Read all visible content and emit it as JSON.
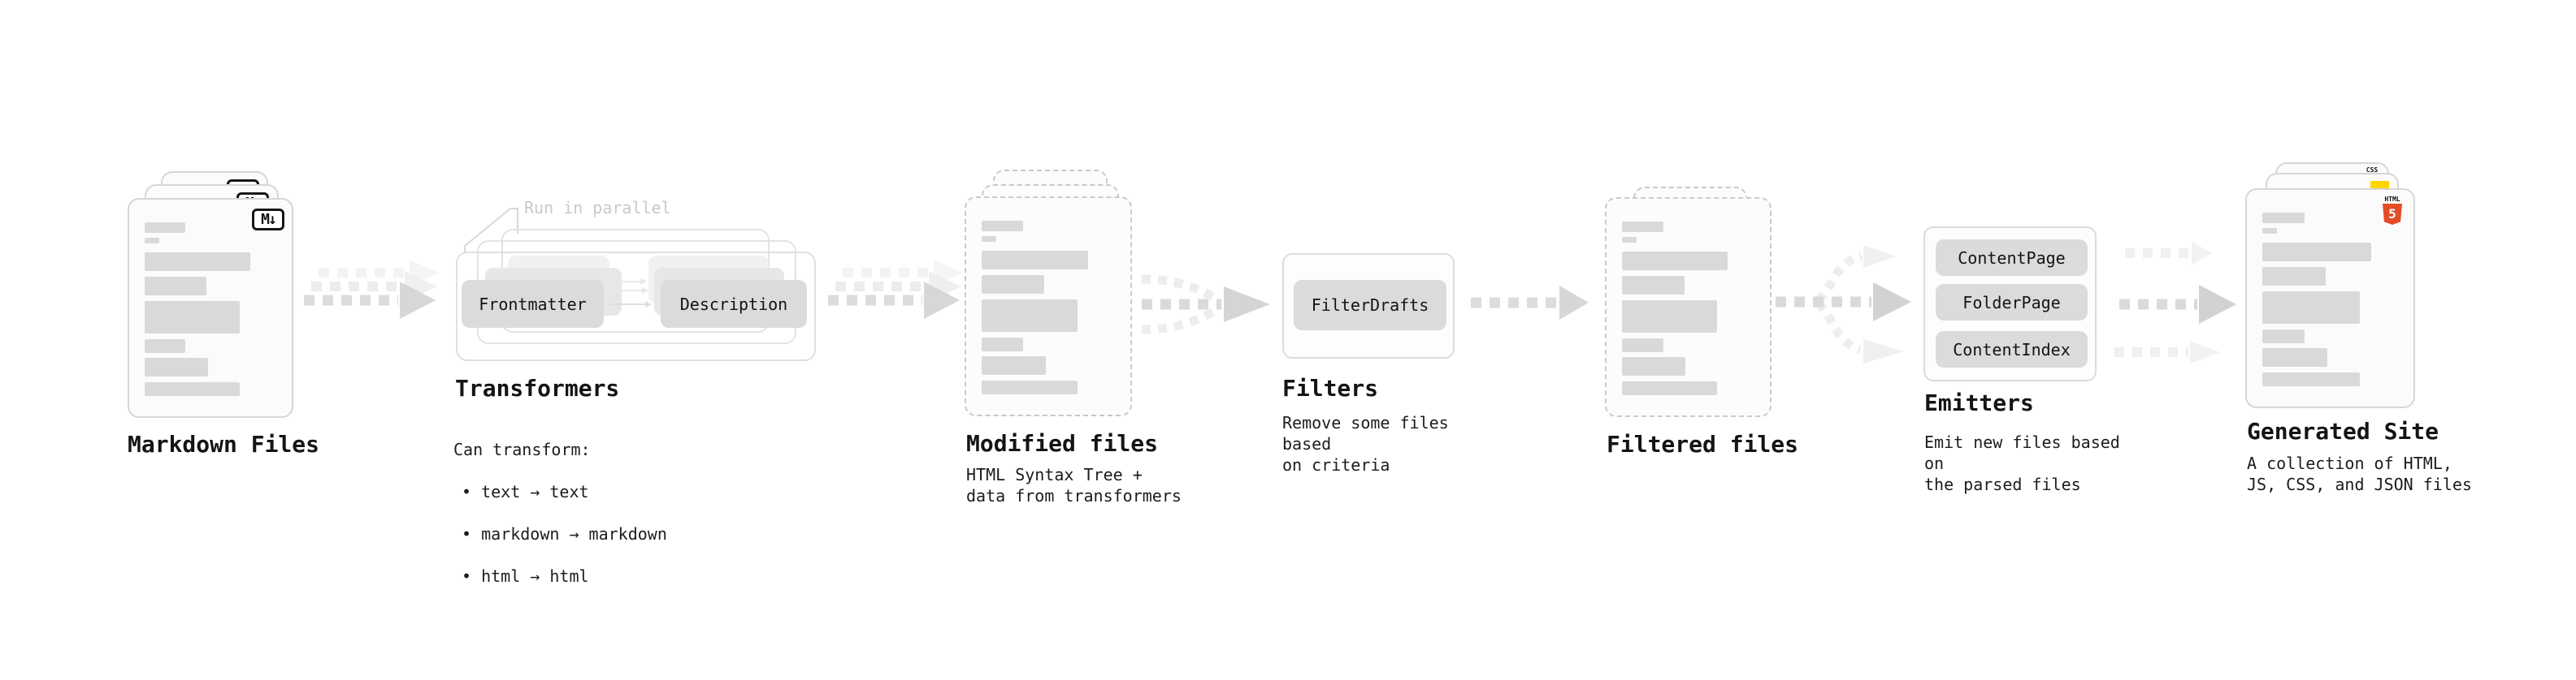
{
  "stages": {
    "markdown_files": {
      "label": "Markdown Files",
      "badge": "M↓"
    },
    "transformers": {
      "label": "Transformers",
      "annotation": "Run in parallel",
      "input_pill": "Frontmatter",
      "output_pill": "Description",
      "description_heading": "Can transform:",
      "bullets": [
        "• text → text",
        "• markdown → markdown",
        "• html → html"
      ]
    },
    "modified_files": {
      "label": "Modified files",
      "description": "HTML Syntax Tree +\ndata from transformers"
    },
    "filters": {
      "label": "Filters",
      "pill": "FilterDrafts",
      "description": "Remove some files based\non criteria"
    },
    "filtered_files": {
      "label": "Filtered files"
    },
    "emitters": {
      "label": "Emitters",
      "pills": [
        "ContentPage",
        "FolderPage",
        "ContentIndex"
      ],
      "description": "Emit new files based on\nthe parsed files"
    },
    "generated_site": {
      "label": "Generated Site",
      "description": "A collection of HTML,\nJS, CSS, and JSON files",
      "badges": {
        "html_label": "HTML",
        "html_number": "5",
        "css_label": "CSS"
      }
    }
  },
  "colors": {
    "html5_orange": "#e44d26",
    "js_yellow": "#ffd600",
    "css_blue": "#2965f1"
  }
}
